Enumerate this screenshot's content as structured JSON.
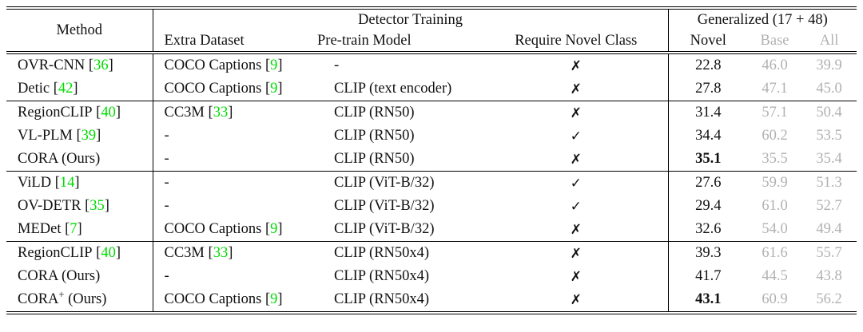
{
  "colors": {
    "citation_green": "#00dc00",
    "muted_gray": "#b1b1b1",
    "text": "#111111"
  },
  "table": {
    "header": {
      "method": "Method",
      "detector_training": "Detector Training",
      "extra_dataset": "Extra Dataset",
      "pretrain_model": "Pre-train Model",
      "require_novel_class": "Require Novel Class",
      "generalized": "Generalized (17 + 48)",
      "novel": "Novel",
      "base": "Base",
      "all": "All"
    },
    "groups": [
      {
        "rows": [
          {
            "method": {
              "pre": "OVR-CNN",
              "cite_l": " [",
              "cite": "36",
              "cite_r": "]"
            },
            "extra": {
              "pre": "COCO Captions",
              "cite_l": " [",
              "cite": "9",
              "cite_r": "]"
            },
            "pretrain": "-",
            "require": "✗",
            "novel": "22.8",
            "base": "46.0",
            "all": "39.9"
          },
          {
            "method": {
              "pre": "Detic",
              "cite_l": " [",
              "cite": "42",
              "cite_r": "]"
            },
            "extra": {
              "pre": "COCO Captions",
              "cite_l": " [",
              "cite": "9",
              "cite_r": "]"
            },
            "pretrain": "CLIP (text encoder)",
            "require": "✗",
            "novel": "27.8",
            "base": "47.1",
            "all": "45.0"
          }
        ]
      },
      {
        "rows": [
          {
            "method": {
              "pre": "RegionCLIP",
              "cite_l": " [",
              "cite": "40",
              "cite_r": "]"
            },
            "extra": {
              "pre": "CC3M",
              "cite_l": " [",
              "cite": "33",
              "cite_r": "]"
            },
            "pretrain": "CLIP (RN50)",
            "require": "✗",
            "novel": "31.4",
            "base": "57.1",
            "all": "50.4"
          },
          {
            "method": {
              "pre": "VL-PLM",
              "cite_l": " [",
              "cite": "39",
              "cite_r": "]"
            },
            "extra": {
              "pre": "-"
            },
            "pretrain": "CLIP (RN50)",
            "require": "✓",
            "novel": "34.4",
            "base": "60.2",
            "all": "53.5"
          },
          {
            "method": {
              "pre": "CORA (Ours)"
            },
            "extra": {
              "pre": "-"
            },
            "pretrain": "CLIP (RN50)",
            "require": "✗",
            "novel": "35.1",
            "base": "35.5",
            "all": "35.4"
          }
        ]
      },
      {
        "rows": [
          {
            "method": {
              "pre": "ViLD",
              "cite_l": " [",
              "cite": "14",
              "cite_r": "]"
            },
            "extra": {
              "pre": "-"
            },
            "pretrain": "CLIP (ViT-B/32)",
            "require": "✓",
            "novel": "27.6",
            "base": "59.9",
            "all": "51.3"
          },
          {
            "method": {
              "pre": "OV-DETR",
              "cite_l": " [",
              "cite": "35",
              "cite_r": "]"
            },
            "extra": {
              "pre": "-"
            },
            "pretrain": "CLIP (ViT-B/32)",
            "require": "✓",
            "novel": "29.4",
            "base": "61.0",
            "all": "52.7"
          },
          {
            "method": {
              "pre": "MEDet",
              "cite_l": " [",
              "cite": "7",
              "cite_r": "]"
            },
            "extra": {
              "pre": "COCO Captions",
              "cite_l": " [",
              "cite": "9",
              "cite_r": "]"
            },
            "pretrain": "CLIP (ViT-B/32)",
            "require": "✗",
            "novel": "32.6",
            "base": "54.0",
            "all": "49.4"
          }
        ]
      },
      {
        "rows": [
          {
            "method": {
              "pre": "RegionCLIP",
              "cite_l": " [",
              "cite": "40",
              "cite_r": "]"
            },
            "extra": {
              "pre": "CC3M",
              "cite_l": " [",
              "cite": "33",
              "cite_r": "]"
            },
            "pretrain": "CLIP (RN50x4)",
            "require": "✗",
            "novel": "39.3",
            "base": "61.6",
            "all": "55.7"
          },
          {
            "method": {
              "pre": "CORA (Ours)"
            },
            "extra": {
              "pre": "-"
            },
            "pretrain": "CLIP (RN50x4)",
            "require": "✗",
            "novel": "41.7",
            "base": "44.5",
            "all": "43.8"
          },
          {
            "method": {
              "pre": "CORA",
              "sup": "+",
              "post": " (Ours)"
            },
            "extra": {
              "pre": "COCO Captions",
              "cite_l": " [",
              "cite": "9",
              "cite_r": "]"
            },
            "pretrain": "CLIP (RN50x4)",
            "require": "✗",
            "novel": "43.1",
            "base": "60.9",
            "all": "56.2"
          }
        ]
      }
    ]
  }
}
